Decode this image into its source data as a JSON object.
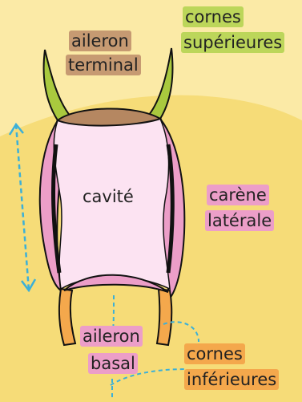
{
  "labels": {
    "aileron_terminal": [
      "aileron",
      "terminal"
    ],
    "cornes_superieures": [
      "cornes",
      "supérieures"
    ],
    "cavite": "cavité",
    "carene_laterale": [
      "carène",
      "latérale"
    ],
    "aileron_basal": [
      "aileron",
      "basal"
    ],
    "cornes_inferieures": [
      "cornes",
      "inférieures"
    ]
  },
  "colors": {
    "background_light": "#fbeaa6",
    "background": "#f6dc78",
    "cavity": "#fce3f2",
    "lateral_keel": "#ec9ec8",
    "upper_horns": "#a9c93e",
    "lower_horns": "#f4a84c",
    "terminal_wing": "#b58761",
    "basal_wing": "#ec9ec8",
    "arrow": "#3bb0d8"
  }
}
